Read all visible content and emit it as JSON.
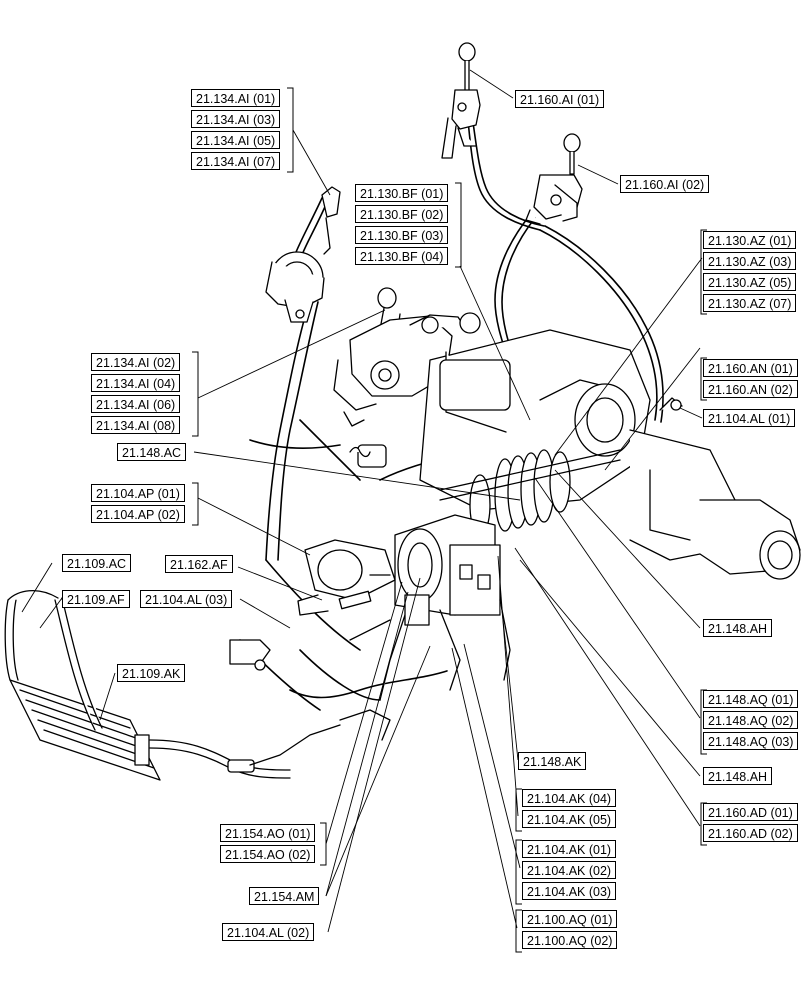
{
  "labels": {
    "l134ai01": "21.134.AI (01)",
    "l134ai03": "21.134.AI (03)",
    "l134ai05": "21.134.AI (05)",
    "l134ai07": "21.134.AI (07)",
    "l160ai01": "21.160.AI (01)",
    "l160ai02": "21.160.AI (02)",
    "l130bf01": "21.130.BF (01)",
    "l130bf02": "21.130.BF (02)",
    "l130bf03": "21.130.BF (03)",
    "l130bf04": "21.130.BF (04)",
    "l130az01": "21.130.AZ (01)",
    "l130az03": "21.130.AZ (03)",
    "l130az05": "21.130.AZ (05)",
    "l130az07": "21.130.AZ (07)",
    "l160an01": "21.160.AN (01)",
    "l160an02": "21.160.AN (02)",
    "l104al01": "21.104.AL (01)",
    "l134ai02": "21.134.AI (02)",
    "l134ai04": "21.134.AI (04)",
    "l134ai06": "21.134.AI (06)",
    "l134ai08": "21.134.AI (08)",
    "l148ac": "21.148.AC",
    "l104ap01": "21.104.AP (01)",
    "l104ap02": "21.104.AP (02)",
    "l109ac": "21.109.AC",
    "l162af": "21.162.AF",
    "l109af": "21.109.AF",
    "l104al03": "21.104.AL (03)",
    "l109ak": "21.109.AK",
    "l148ah_a": "21.148.AH",
    "l148aq01": "21.148.AQ (01)",
    "l148aq02": "21.148.AQ (02)",
    "l148aq03": "21.148.AQ (03)",
    "l148ak": "21.148.AK",
    "l148ah_b": "21.148.AH",
    "l104ak04": "21.104.AK (04)",
    "l104ak05": "21.104.AK (05)",
    "l160ad01": "21.160.AD (01)",
    "l160ad02": "21.160.AD (02)",
    "l154ao01": "21.154.AO (01)",
    "l154ao02": "21.154.AO (02)",
    "l104ak01": "21.104.AK (01)",
    "l104ak02": "21.104.AK (02)",
    "l104ak03": "21.104.AK (03)",
    "l154am": "21.154.AM",
    "l100aq01": "21.100.AQ (01)",
    "l100aq02": "21.100.AQ (02)",
    "l104al02": "21.104.AL (02)"
  },
  "colors": {
    "ink": "#000000",
    "paper": "#ffffff"
  }
}
